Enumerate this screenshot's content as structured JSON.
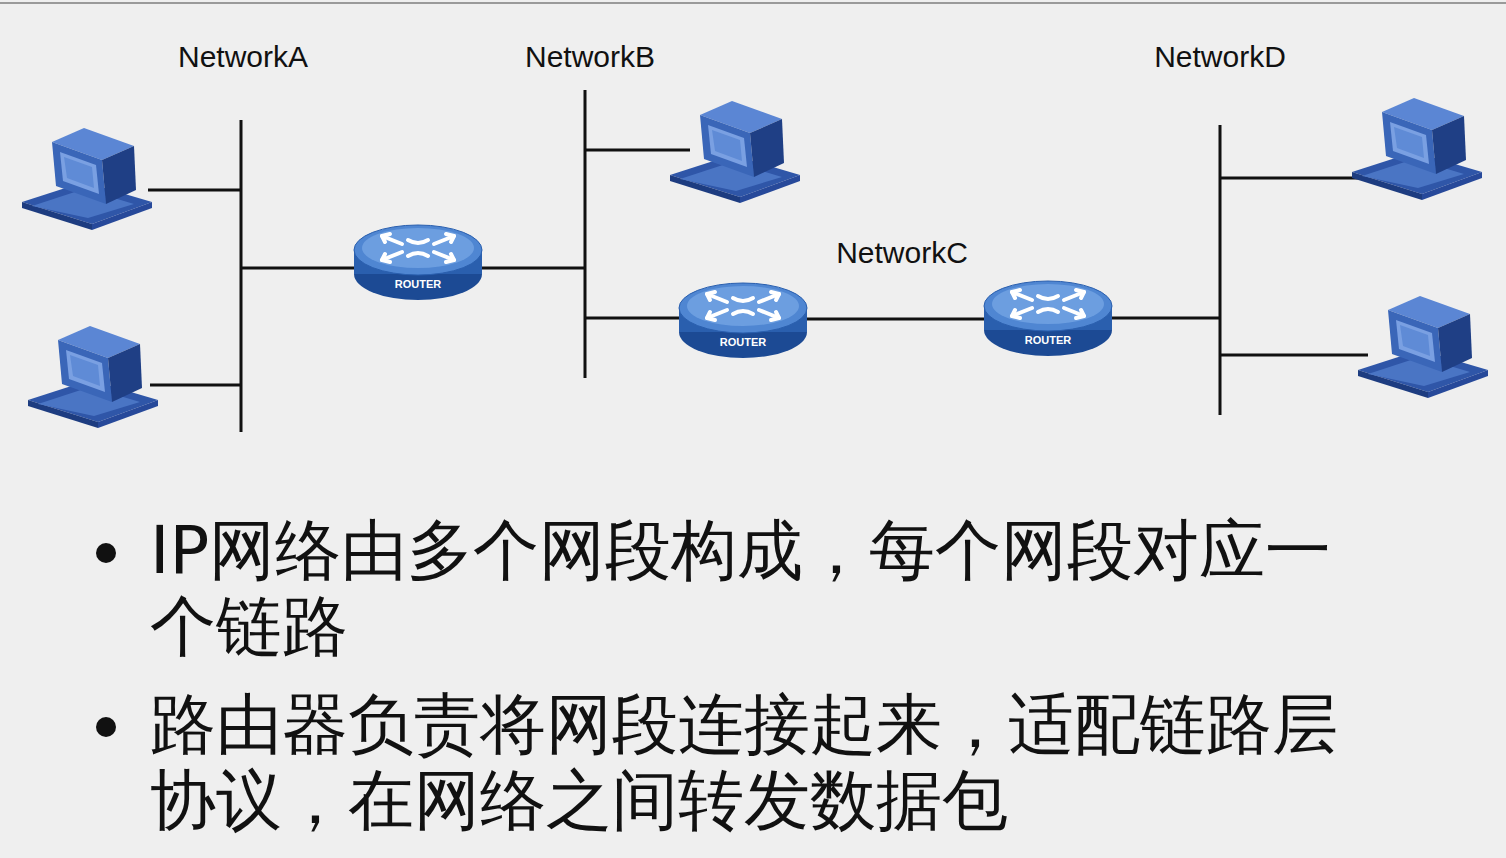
{
  "diagram": {
    "nodes": [
      {
        "text": [
          "ROUTER"
        ]
      },
      {
        "text": [
          "ROUTER"
        ]
      },
      {
        "text": [
          "ROUTER"
        ]
      }
    ],
    "edges": [
      {
        "from": 1,
        "to": 2,
        "arrow": "none"
      }
    ],
    "labels": [
      "NetworkA",
      "NetworkB",
      "NetworkD",
      "NetworkC",
      "IP网络由多个网段构成，每个网段对应一个链路",
      "路由器负责将网段连接起来，适配链路层协议，在网络之间转发数据包"
    ]
  }
}
